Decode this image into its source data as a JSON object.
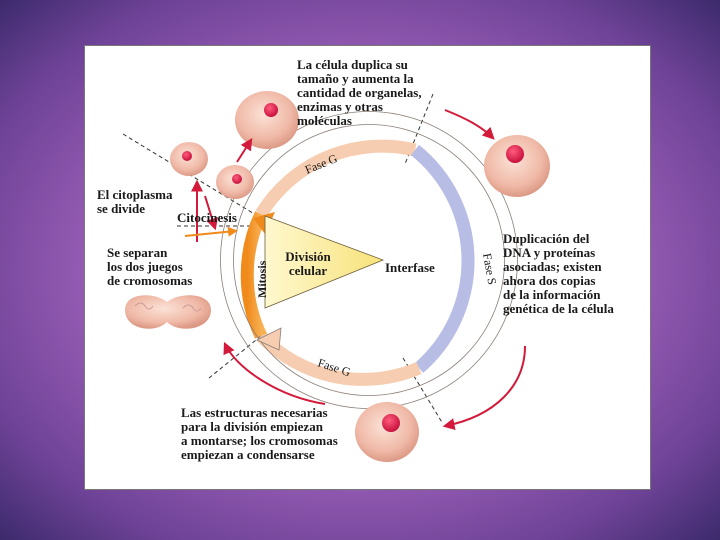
{
  "labels": {
    "g1_phase_desc": "La célula duplica su\ntamaño y aumenta la\ncantidad de organelas,\nenzimas y otras\nmoléculas",
    "s_phase_desc": "Duplicación del\nDNA y proteínas\nasociadas; existen\nahora dos copias\nde la información\ngenética de la célula",
    "g2_phase_desc": "Las estructuras necesarias\npara la división empiezan\na montarse; los cromosomas\nempiezan a condensarse",
    "cytoplasm_divides": "El citoplasma\nse divide",
    "chromosomes_separate": "Se separan\nlos dos juegos\nde cromosomas",
    "cytokinesis": "Citocinesis"
  },
  "cycle": {
    "interphase": "Interfase",
    "cell_division": "División\ncelular",
    "mitosis": "Mitosis",
    "phase_g_top": "Fase G",
    "phase_s": "Fase S",
    "phase_g_bottom": "Fase G"
  },
  "colors": {
    "background": "#a264bd",
    "phase_g": "#f6cdb0",
    "phase_s": "#b8bde6",
    "mitosis": "#f49a2e",
    "division_triangle": "#fbefa6",
    "arrow": "#d31a3a",
    "cell_body": "#f2bfae",
    "nucleus": "#e0154b"
  }
}
